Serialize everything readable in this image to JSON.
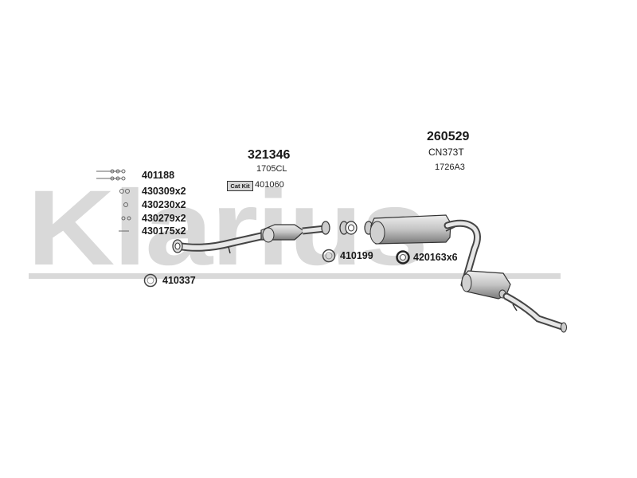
{
  "watermark": {
    "brand": "Klarius"
  },
  "parts_list": [
    {
      "number": "401188"
    },
    {
      "number": "430309x2"
    },
    {
      "number": "430230x2"
    },
    {
      "number": "430279x2"
    },
    {
      "number": "430175x2"
    }
  ],
  "front_ring": {
    "number": "410337"
  },
  "catalyst": {
    "part_number": "321346",
    "code": "1705CL",
    "kit_badge": "Cat Kit",
    "kit_number": "401060"
  },
  "middle_ring": {
    "number": "410199"
  },
  "clamp": {
    "number": "420163x6"
  },
  "rear_section": {
    "part_number": "260529",
    "code1": "CN373T",
    "code2": "1726A3"
  },
  "icons": [
    "bolt-icon",
    "gasket-ring-icon",
    "clamp-ring-icon"
  ]
}
